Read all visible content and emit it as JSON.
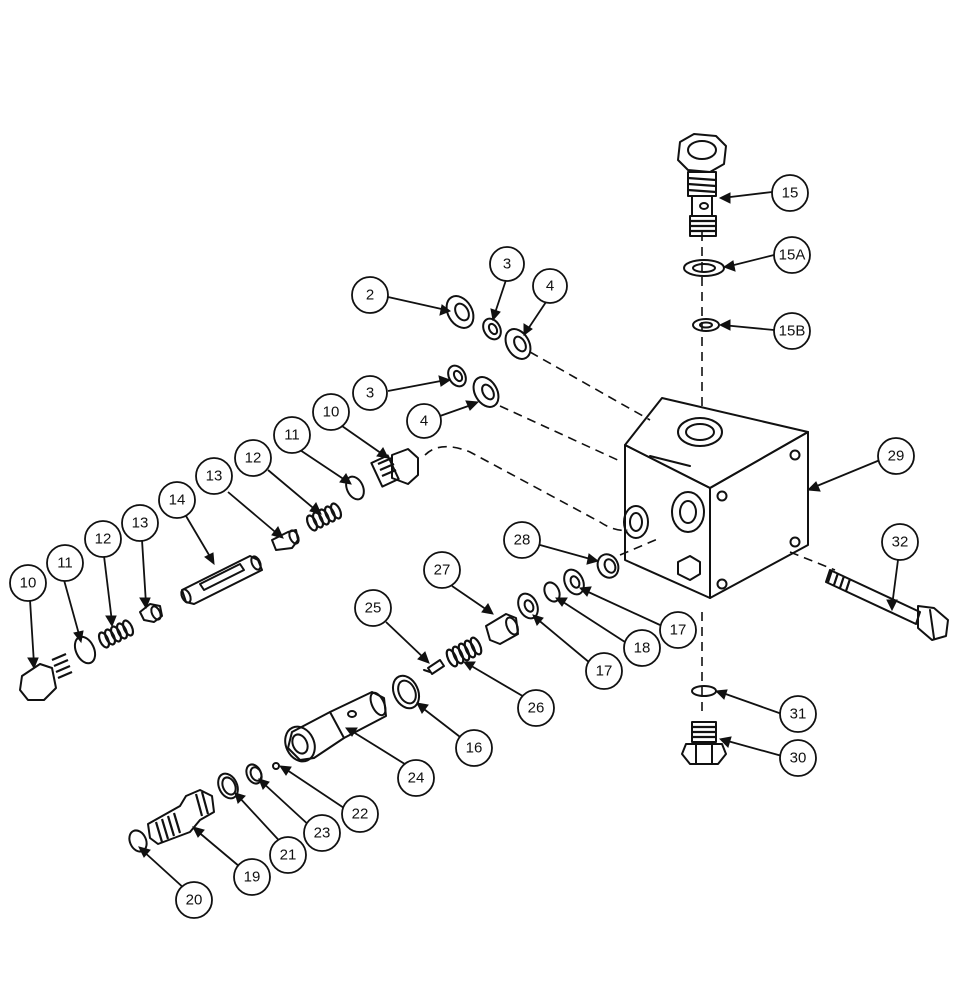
{
  "callouts": [
    {
      "id": "c-15",
      "label": "15"
    },
    {
      "id": "c-15a",
      "label": "15A"
    },
    {
      "id": "c-15b",
      "label": "15B"
    },
    {
      "id": "c-2",
      "label": "2"
    },
    {
      "id": "c-3a",
      "label": "3"
    },
    {
      "id": "c-4a",
      "label": "4"
    },
    {
      "id": "c-3b",
      "label": "3"
    },
    {
      "id": "c-4b",
      "label": "4"
    },
    {
      "id": "c-10a",
      "label": "10"
    },
    {
      "id": "c-11a",
      "label": "11"
    },
    {
      "id": "c-12a",
      "label": "12"
    },
    {
      "id": "c-13a",
      "label": "13"
    },
    {
      "id": "c-14",
      "label": "14"
    },
    {
      "id": "c-13b",
      "label": "13"
    },
    {
      "id": "c-12b",
      "label": "12"
    },
    {
      "id": "c-11b",
      "label": "11"
    },
    {
      "id": "c-10b",
      "label": "10"
    },
    {
      "id": "c-29",
      "label": "29"
    },
    {
      "id": "c-28",
      "label": "28"
    },
    {
      "id": "c-32",
      "label": "32"
    },
    {
      "id": "c-27",
      "label": "27"
    },
    {
      "id": "c-25",
      "label": "25"
    },
    {
      "id": "c-17a",
      "label": "17"
    },
    {
      "id": "c-18",
      "label": "18"
    },
    {
      "id": "c-17b",
      "label": "17"
    },
    {
      "id": "c-26",
      "label": "26"
    },
    {
      "id": "c-16",
      "label": "16"
    },
    {
      "id": "c-31",
      "label": "31"
    },
    {
      "id": "c-30",
      "label": "30"
    },
    {
      "id": "c-24",
      "label": "24"
    },
    {
      "id": "c-22",
      "label": "22"
    },
    {
      "id": "c-23",
      "label": "23"
    },
    {
      "id": "c-21",
      "label": "21"
    },
    {
      "id": "c-19",
      "label": "19"
    },
    {
      "id": "c-20",
      "label": "20"
    }
  ]
}
